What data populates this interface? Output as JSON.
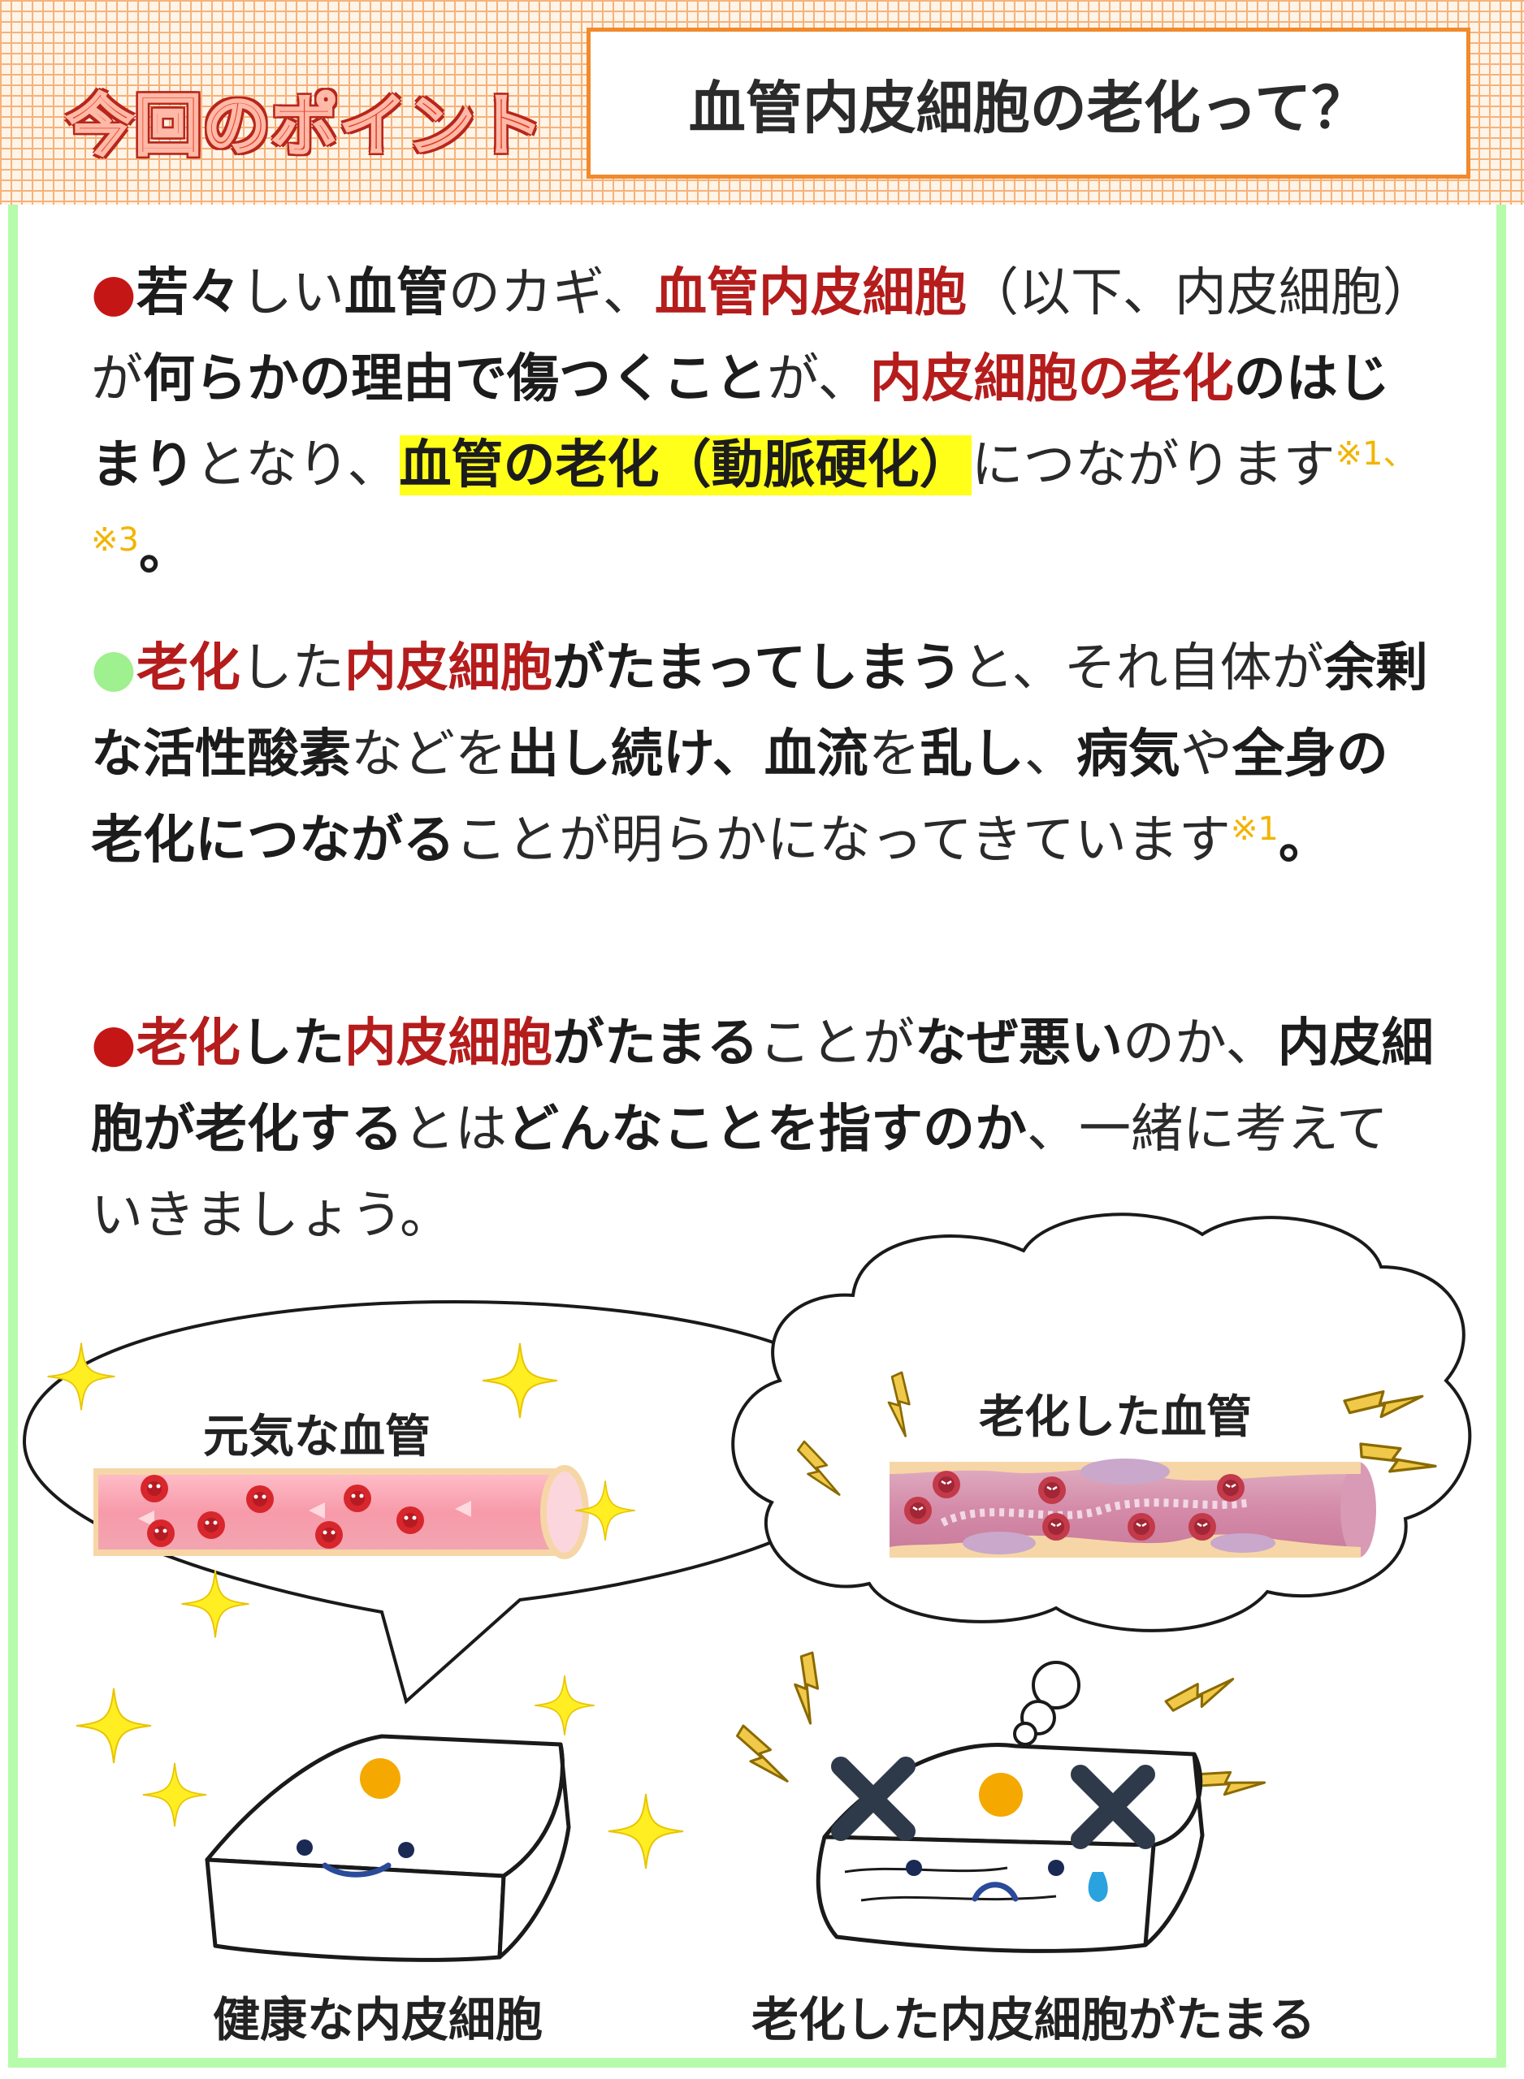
{
  "header": {
    "point_label": "今回のポイント",
    "title": "血管内皮細胞の老化って？"
  },
  "p1": {
    "s1": "若々",
    "s2": "しい",
    "s3": "血管",
    "s4": "のカギ、",
    "s5": "血管内皮細胞",
    "s6": "（以下、内皮細胞）が",
    "s7": "何らかの理由で傷つくこと",
    "s8": "が、",
    "s9": "内皮細胞の老化",
    "s10": "のはじまり",
    "s11": "となり、",
    "s12": "血管の老化（動脈硬化）",
    "s13": "につながります",
    "ref": "※1、※3",
    "end": "。"
  },
  "p2": {
    "s1": "老化",
    "s2": "した",
    "s3": "内皮細胞",
    "s4": "がたまってしまう",
    "s5": "と、それ自体が",
    "s6": "余剰な活性酸素",
    "s7": "などを",
    "s8": "出し続け、血流",
    "s9": "を",
    "s10": "乱し",
    "s11": "、",
    "s12": "病気",
    "s13": "や",
    "s14": "全身の老化につながる",
    "s15": "ことが明らかになってきています",
    "ref": "※1",
    "end": "。"
  },
  "p3": {
    "s1": "老化",
    "s2": "した",
    "s3": "内皮細胞",
    "s4": "がたまる",
    "s5": "ことが",
    "s6": "なぜ悪い",
    "s7": "のか、",
    "s8": "内皮細胞が老化する",
    "s9": "とは",
    "s10": "どんなことを指すのか",
    "s11": "、一緒に考えていきましょう。"
  },
  "illustration": {
    "healthy_vessel_label": "元気な血管",
    "aged_vessel_label": "老化した血管",
    "healthy_cell_caption": "健康な内皮細胞",
    "aged_cell_caption": "老化した内皮細胞がたまる"
  },
  "colors": {
    "accent_red": "#b51c1c",
    "highlight_yellow": "#ffff1a",
    "panel_green": "#b6fbaa",
    "header_orange": "#f08a2c",
    "reference_gold": "#f2b400"
  }
}
